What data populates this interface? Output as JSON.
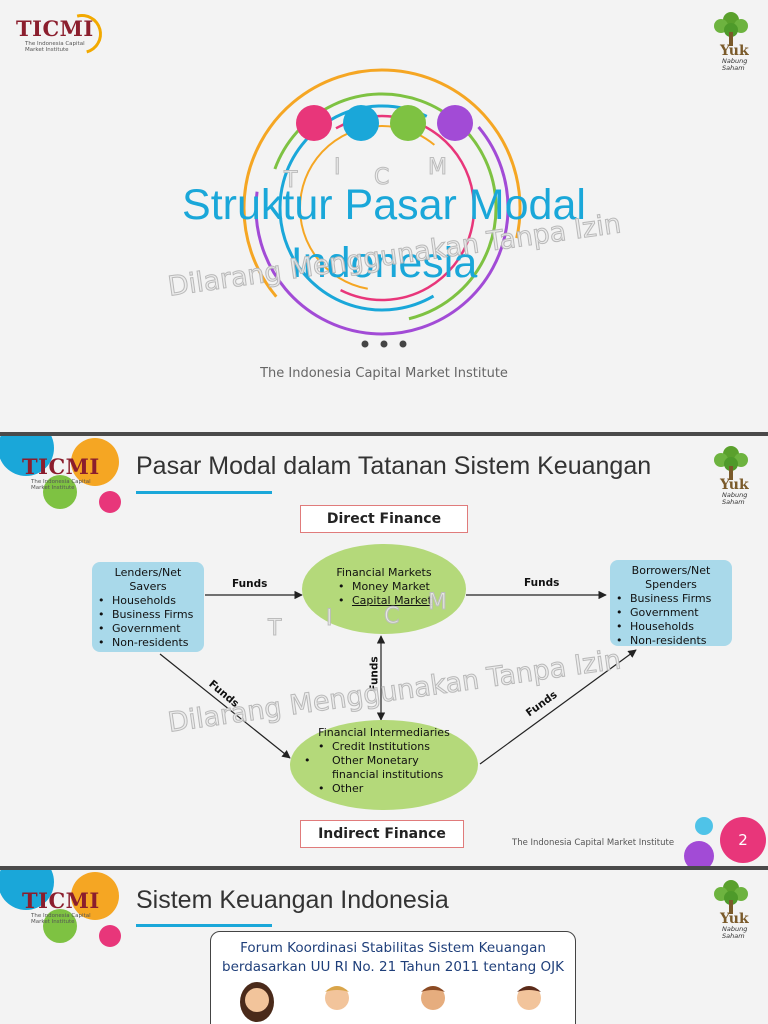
{
  "brand": {
    "ticmi_word": "TICMI",
    "ticmi_sub": "The Indonesia Capital Market Institute",
    "yuk_word": "Yuk",
    "yuk_sub": "Nabung Saham"
  },
  "watermark": {
    "text": "Dilarang Menggunakan Tanpa Izin",
    "letters": [
      "T",
      "I",
      "C",
      "M"
    ]
  },
  "slide1": {
    "title_line1": "Struktur Pasar Modal",
    "title_line2": "Indonesia",
    "subtitle": "The Indonesia Capital Market Institute"
  },
  "slide2": {
    "title": "Pasar Modal dalam Tatanan Sistem Keuangan",
    "direct_finance": "Direct Finance",
    "indirect_finance": "Indirect Finance",
    "lenders": {
      "heading": "Lenders/Net Savers",
      "items": [
        "Households",
        "Business Firms",
        "Government",
        "Non-residents"
      ]
    },
    "markets": {
      "heading": "Financial Markets",
      "items": [
        "Money Market",
        "Capital Market"
      ]
    },
    "borrowers": {
      "heading": "Borrowers/Net Spenders",
      "items": [
        "Business Firms",
        "Government",
        "Households",
        "Non-residents"
      ]
    },
    "intermediaries": {
      "heading": "Financial Intermediaries",
      "items": [
        "Credit Institutions",
        "Other Monetary financial institutions",
        "Other"
      ]
    },
    "funds_label": "Funds",
    "footer": "The Indonesia Capital Market Institute",
    "page_number": "2"
  },
  "slide3": {
    "title": "Sistem Keuangan Indonesia",
    "forum_line1": "Forum Koordinasi Stabilitas Sistem Keuangan",
    "forum_line2": "berdasarkan UU RI No. 21 Tahun 2011 tentang OJK"
  },
  "colors": {
    "accent_blue": "#1aa7d9",
    "pink": "#e8367a",
    "green": "#7ec242",
    "orange": "#f5a623",
    "purple": "#a24bd6",
    "ticmi_red": "#8b1e2d"
  }
}
